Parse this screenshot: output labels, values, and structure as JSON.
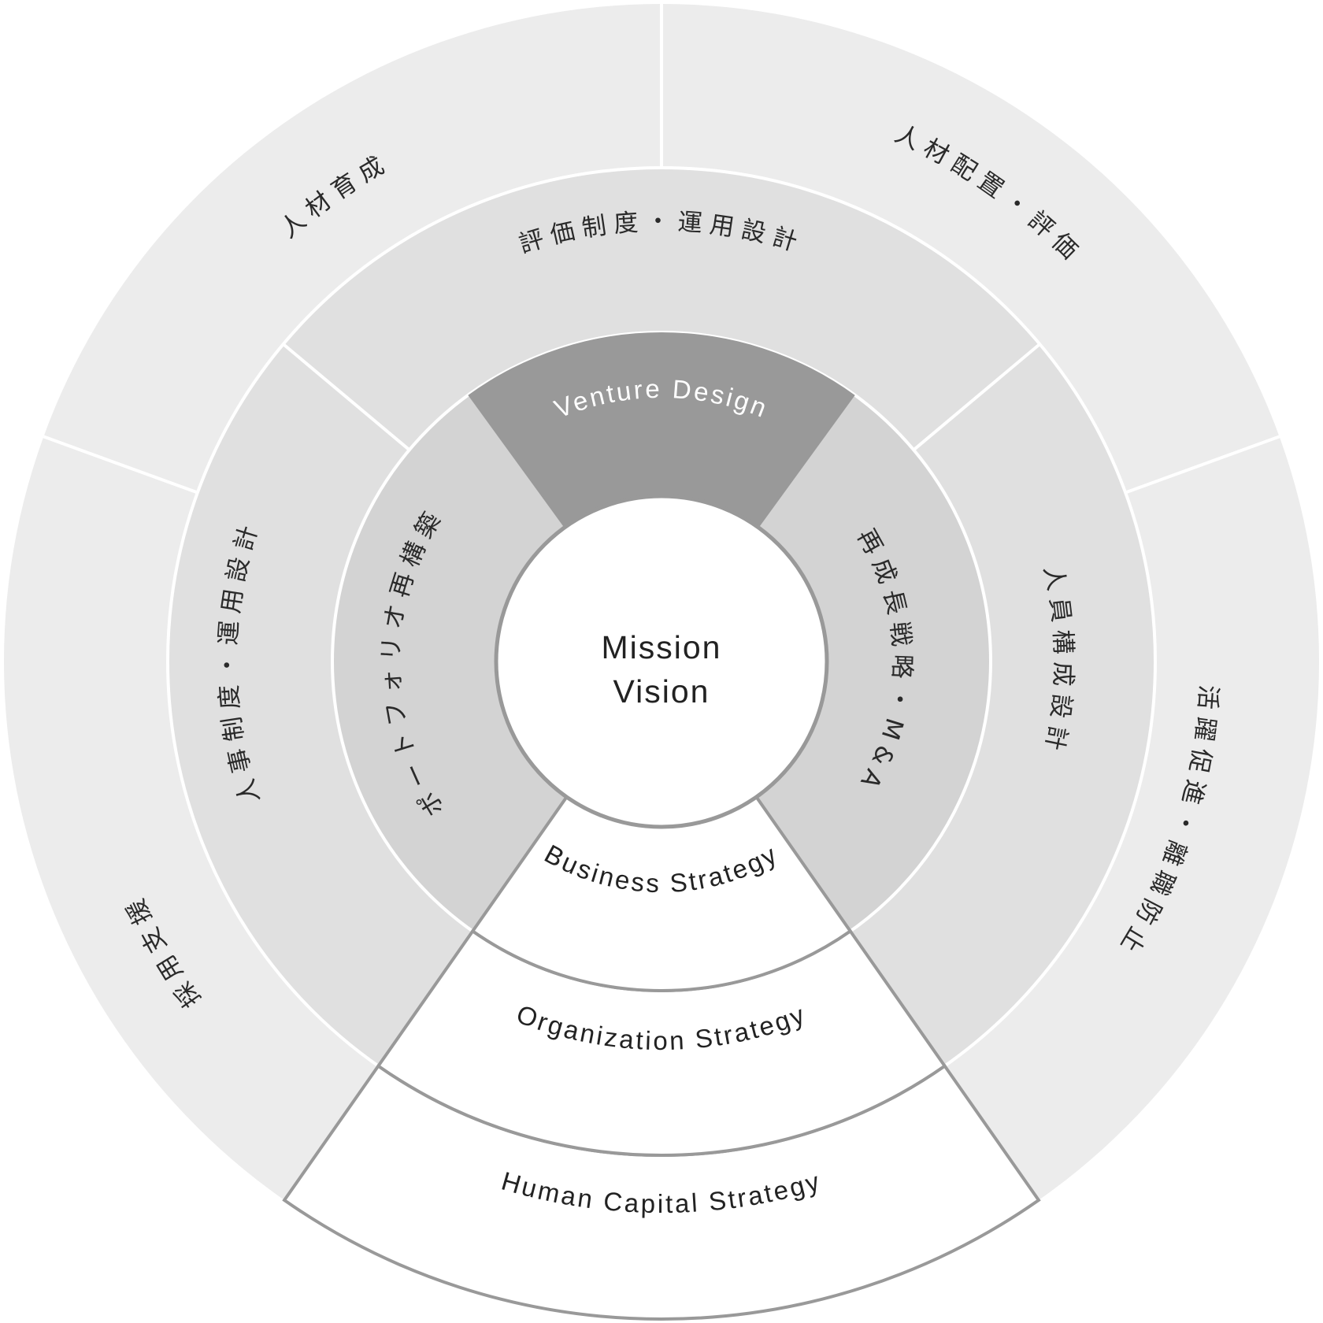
{
  "colors": {
    "outer_ring": "#ececec",
    "second_ring": "#e0e0e0",
    "third_ring": "#d3d3d3",
    "venture_sector": "#999999",
    "strategy_sector": "#ffffff",
    "sector_border": "#999999",
    "divider": "#ffffff",
    "text_dark": "#222222",
    "text_light": "#ffffff"
  },
  "center": {
    "line1": "Mission",
    "line2": "Vision"
  },
  "strategy": {
    "business": "Business Strategy",
    "organization": "Organization Strategy",
    "human_capital": "Human Capital Strategy"
  },
  "inner_ring": {
    "top": "Venture Design",
    "left": "ポートフォリオ再構築",
    "right": "再成長戦略・M&A"
  },
  "middle_ring": {
    "top": "評価制度・運用設計",
    "left": "人事制度・運用設計",
    "right": "人員構成設計"
  },
  "outer_ring": {
    "top_left": "人材育成",
    "top_right": "人材配置・評価",
    "left": "採用支援",
    "right": "活躍促進・離職防止"
  }
}
